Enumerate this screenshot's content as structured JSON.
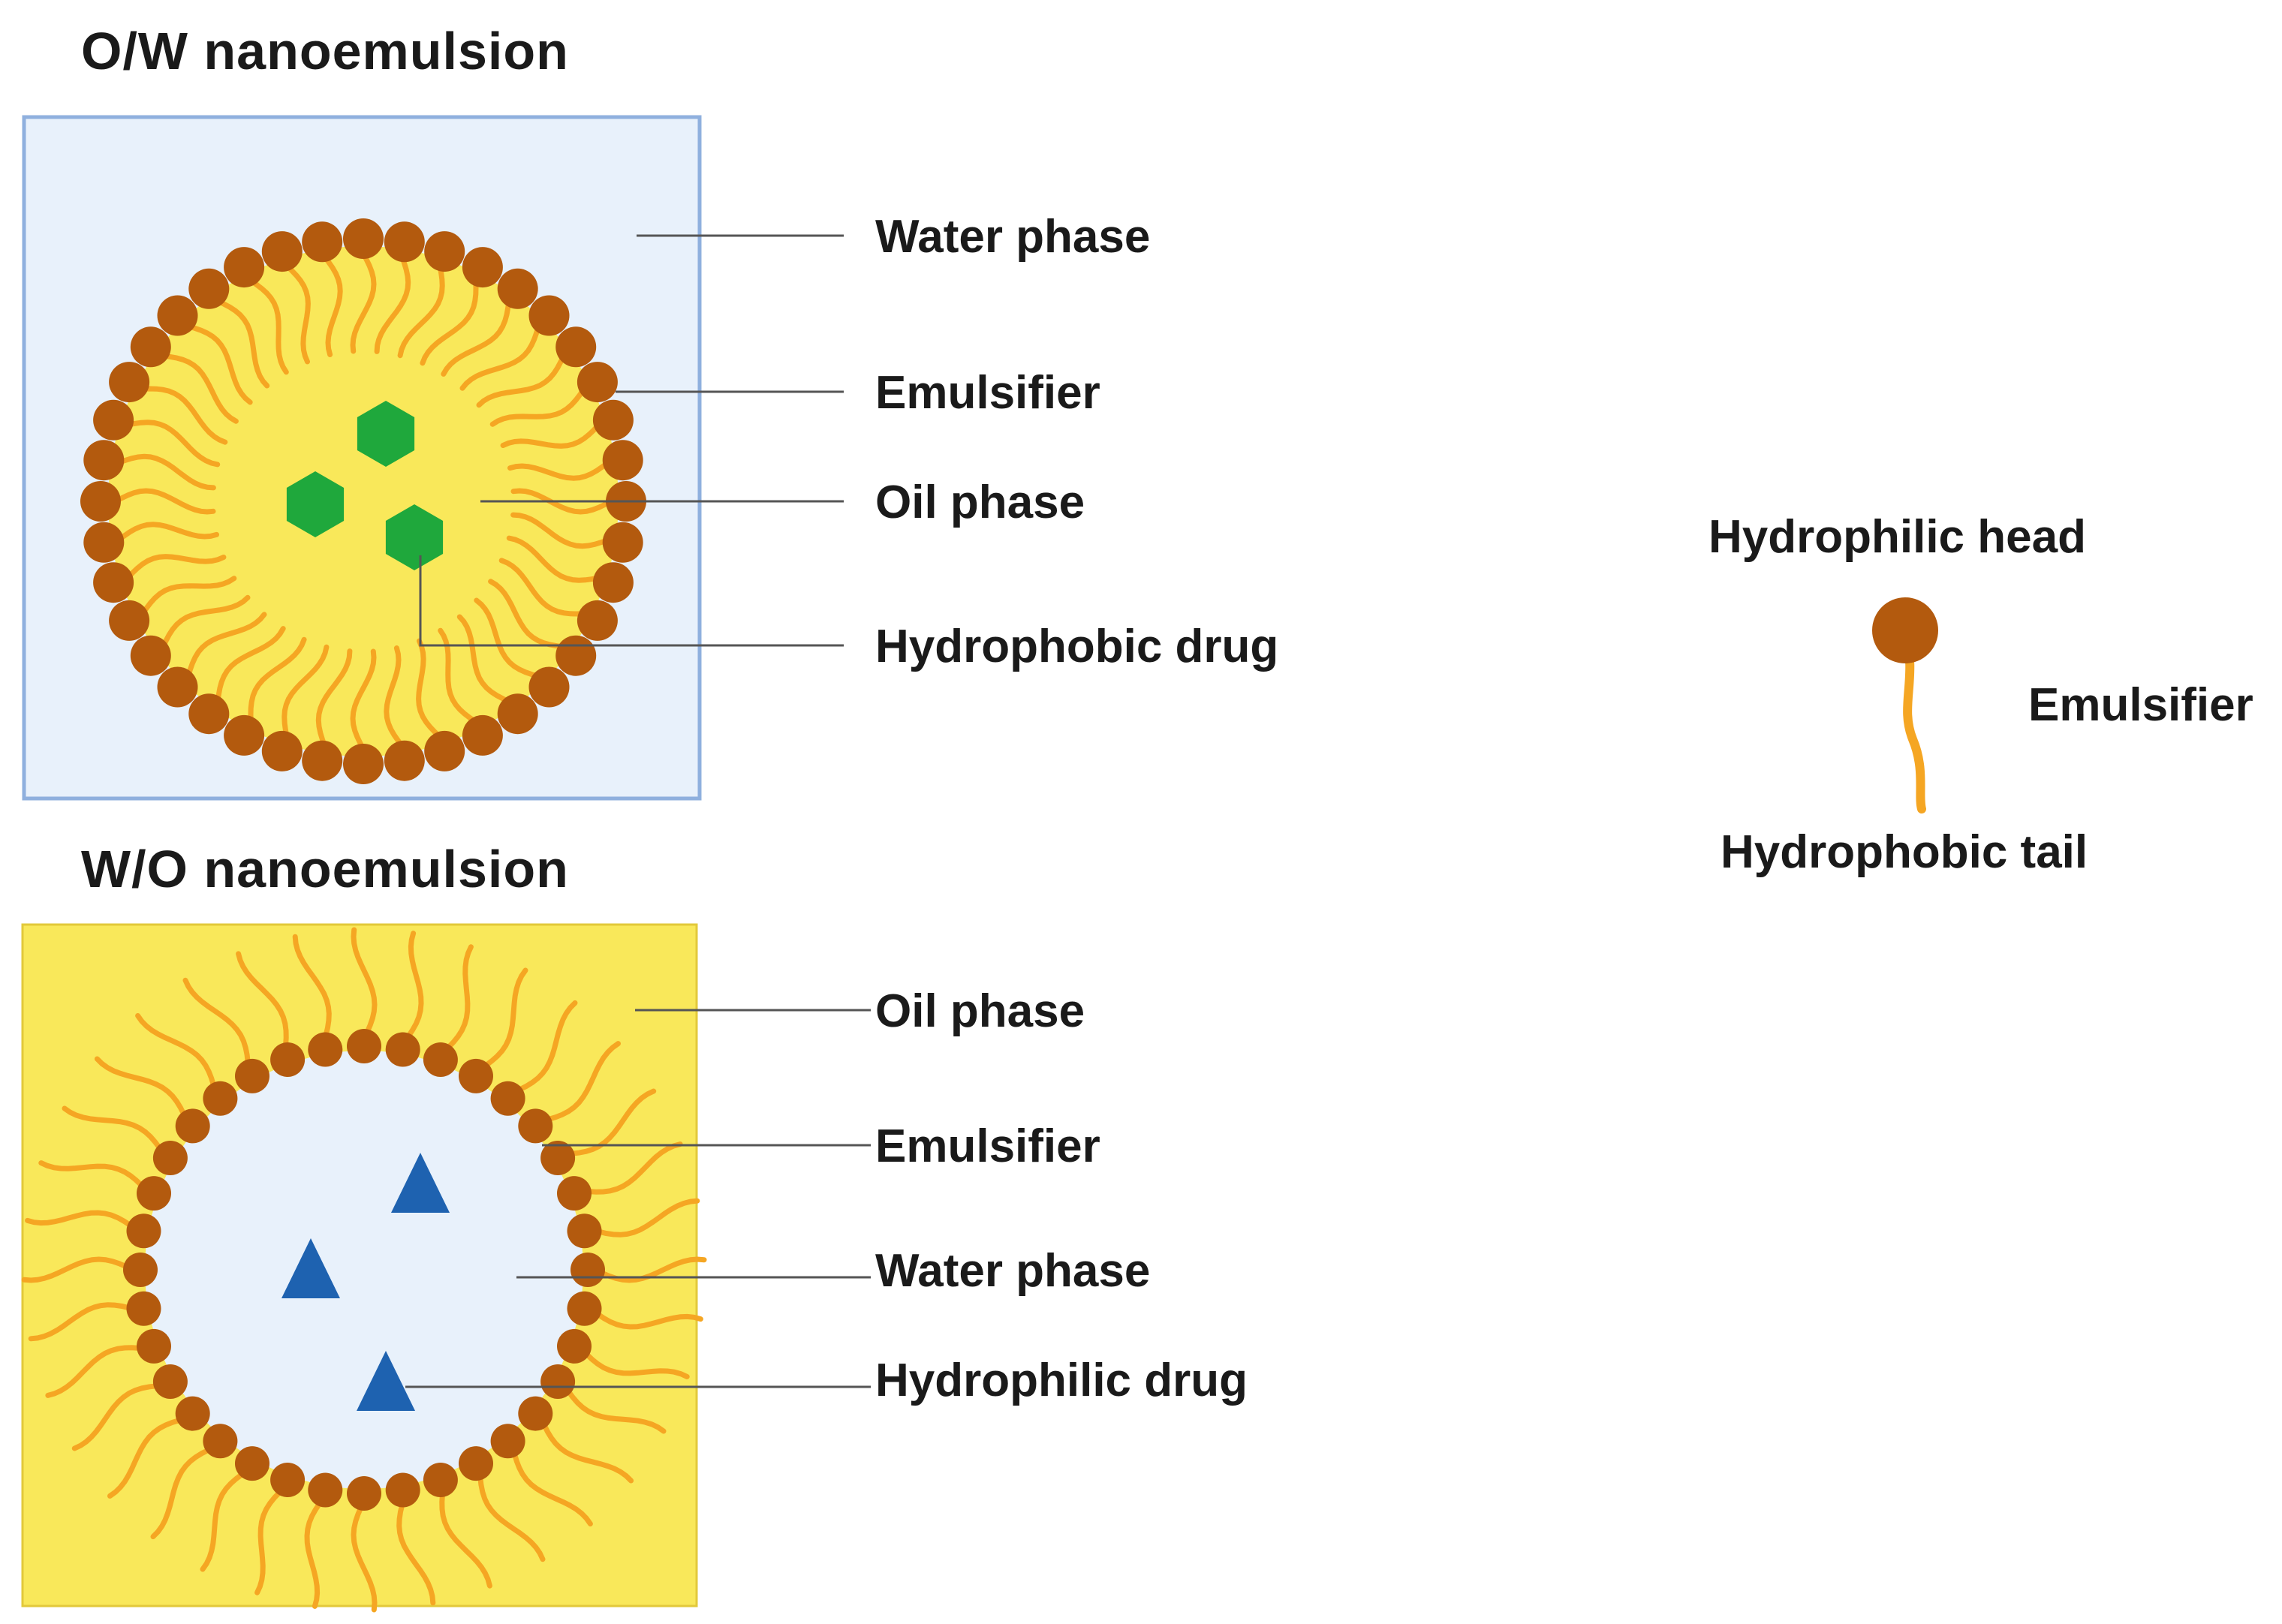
{
  "ow": {
    "title": "O/W nanoemulsion",
    "labels": {
      "continuous": "Water phase",
      "emulsifier": "Emulsifier",
      "core": "Oil phase",
      "drug": "Hydrophobic drug"
    }
  },
  "wo": {
    "title": "W/O nanoemulsion",
    "labels": {
      "continuous": "Oil phase",
      "emulsifier": "Emulsifier",
      "core": "Water phase",
      "drug": "Hydrophilic drug"
    }
  },
  "legend": {
    "head": "Hydrophilic head",
    "name": "Emulsifier",
    "tail": "Hydrophobic tail"
  },
  "colors": {
    "water": "#e8f1fb",
    "water_border": "#8fb0de",
    "oil": "#f9e85a",
    "oil_light": "#f8e259",
    "head": "#b35a0e",
    "tail": "#f5a623",
    "hydrophobic_drug": "#1fa83c",
    "hydrophilic_drug": "#1e62b0"
  },
  "icons": {
    "hydrophobic_drug": "hexagon-icon",
    "hydrophilic_drug": "triangle-icon"
  }
}
